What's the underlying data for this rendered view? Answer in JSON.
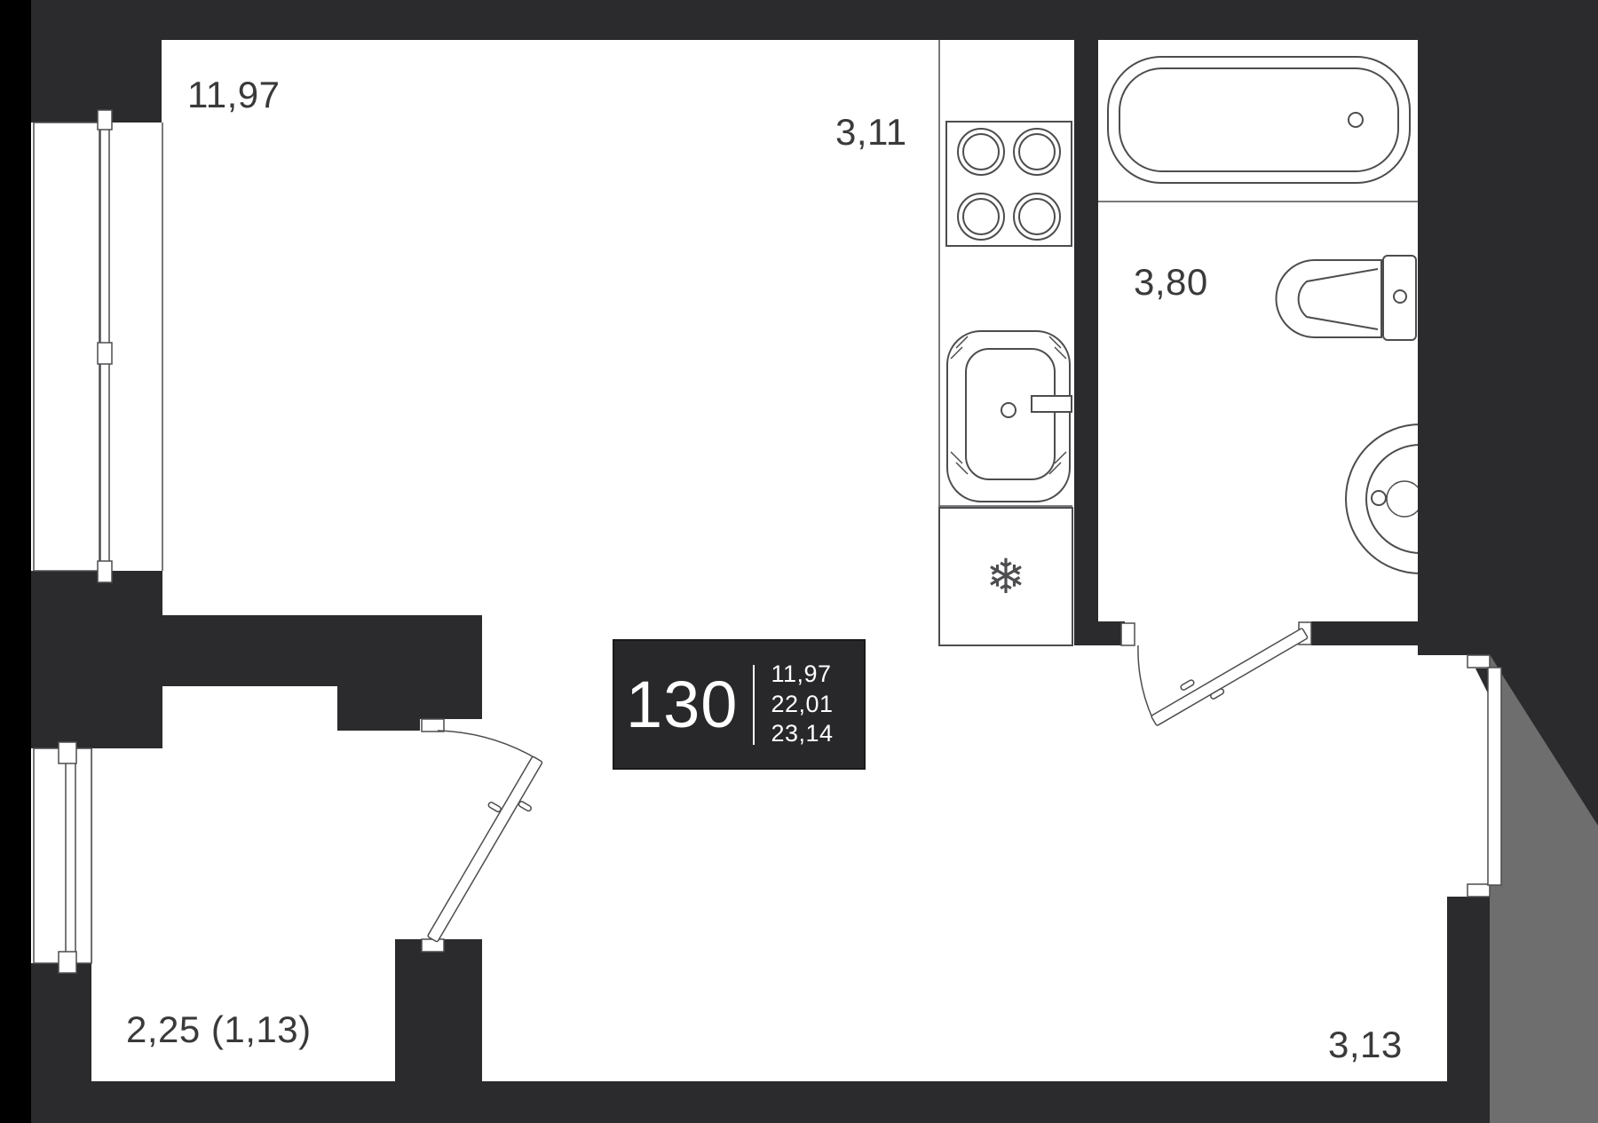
{
  "unit": {
    "number": "130",
    "living_area": "11,97",
    "total_area": "22,01",
    "overall_area": "23,14"
  },
  "rooms": {
    "living": {
      "label": "11,97"
    },
    "kitchen": {
      "label": "3,11"
    },
    "bathroom": {
      "label": "3,80"
    },
    "balcony": {
      "label": "2,25 (1,13)"
    },
    "hallway": {
      "label": "3,13"
    }
  },
  "icons": {
    "refrigerator_glyph": "❄"
  },
  "colors": {
    "wall": "#2b2b2d",
    "outline": "#4d4d50",
    "exterior": "#6e6e6e",
    "text_color": "#3a3a3c",
    "box_bg": "#28282b",
    "box_text": "#ffffff",
    "black": "#000000",
    "paper": "#ffffff"
  }
}
